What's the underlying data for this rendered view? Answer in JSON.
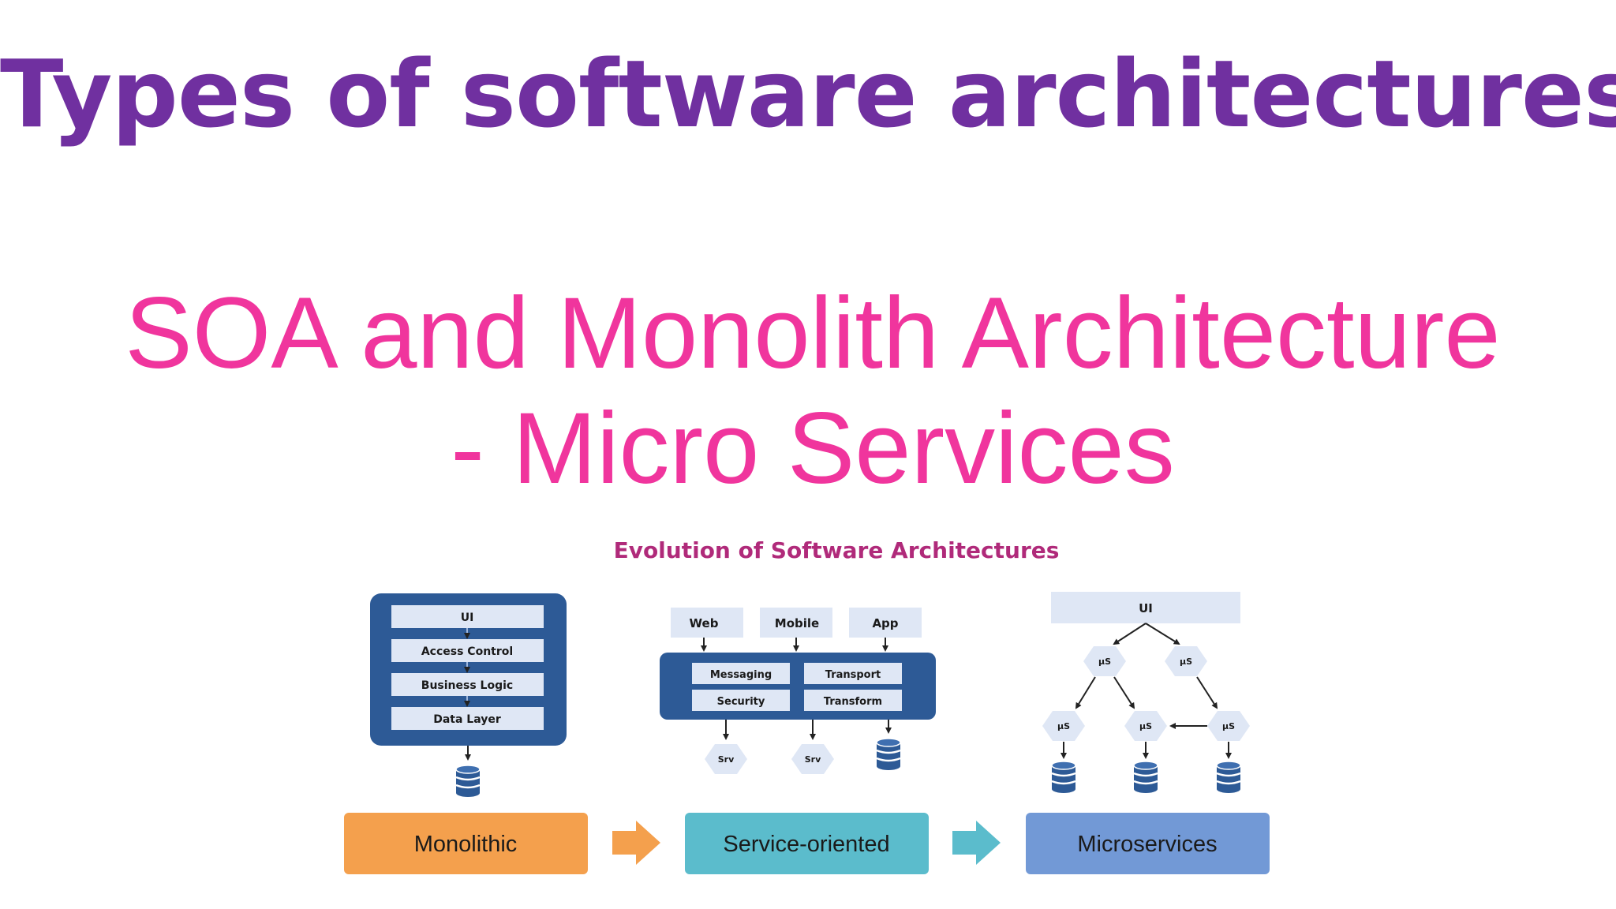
{
  "slide": {
    "title": "Types of software architectures",
    "subtitle": "SOA and Monolith Architecture - Micro Services"
  },
  "diagram": {
    "heading": "Evolution of Software Architectures",
    "colors": {
      "title": "#7030a0",
      "subtitle": "#f0359d",
      "heading": "#b02a7a",
      "container": "#2d5a96",
      "monolithic": "#f4a04d",
      "service_oriented": "#5bbccc",
      "microservices": "#7299d6",
      "light_box": "#dfe7f5"
    },
    "monolith": {
      "layers": [
        "UI",
        "Access Control",
        "Business Logic",
        "Data Layer"
      ],
      "database_icon": "database-icon"
    },
    "soa": {
      "clients": [
        "Web",
        "Mobile",
        "App"
      ],
      "bus_items": [
        "Messaging",
        "Transport",
        "Security",
        "Transform"
      ],
      "services": [
        "Srv",
        "Srv"
      ],
      "database_icon": "database-icon"
    },
    "microservices": {
      "ui_label": "UI",
      "service_label": "µS"
    },
    "stages": [
      "Monolithic",
      "Service-oriented",
      "Microservices"
    ],
    "arrow_icon": "right-arrow-icon"
  }
}
